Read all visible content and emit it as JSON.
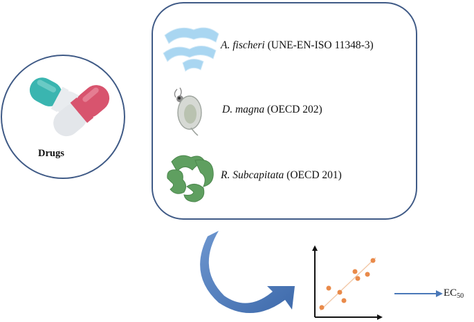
{
  "drugs": {
    "label": "Drugs"
  },
  "organisms": [
    {
      "species": "A. fischeri",
      "protocol": "(UNE-EN-ISO  11348-3)",
      "icon": "bacteria-icon"
    },
    {
      "species": "D. magna",
      "protocol": "(OECD 202)",
      "icon": "daphnia-icon"
    },
    {
      "species": "R. Subcapitata",
      "protocol": "(OECD 201)",
      "icon": "algae-icon"
    }
  ],
  "result": {
    "label": "EC",
    "subscript": "50"
  },
  "colors": {
    "outline": "#3f5a86",
    "capsule_teal": "#3ab5b0",
    "capsule_pink": "#d8546e",
    "bacteria": "#a9d6f1",
    "algae": "#5f9f60",
    "arrow": "#4a78b8",
    "scatter_point": "#e98a4a",
    "trend_line": "#f2c7a6"
  }
}
